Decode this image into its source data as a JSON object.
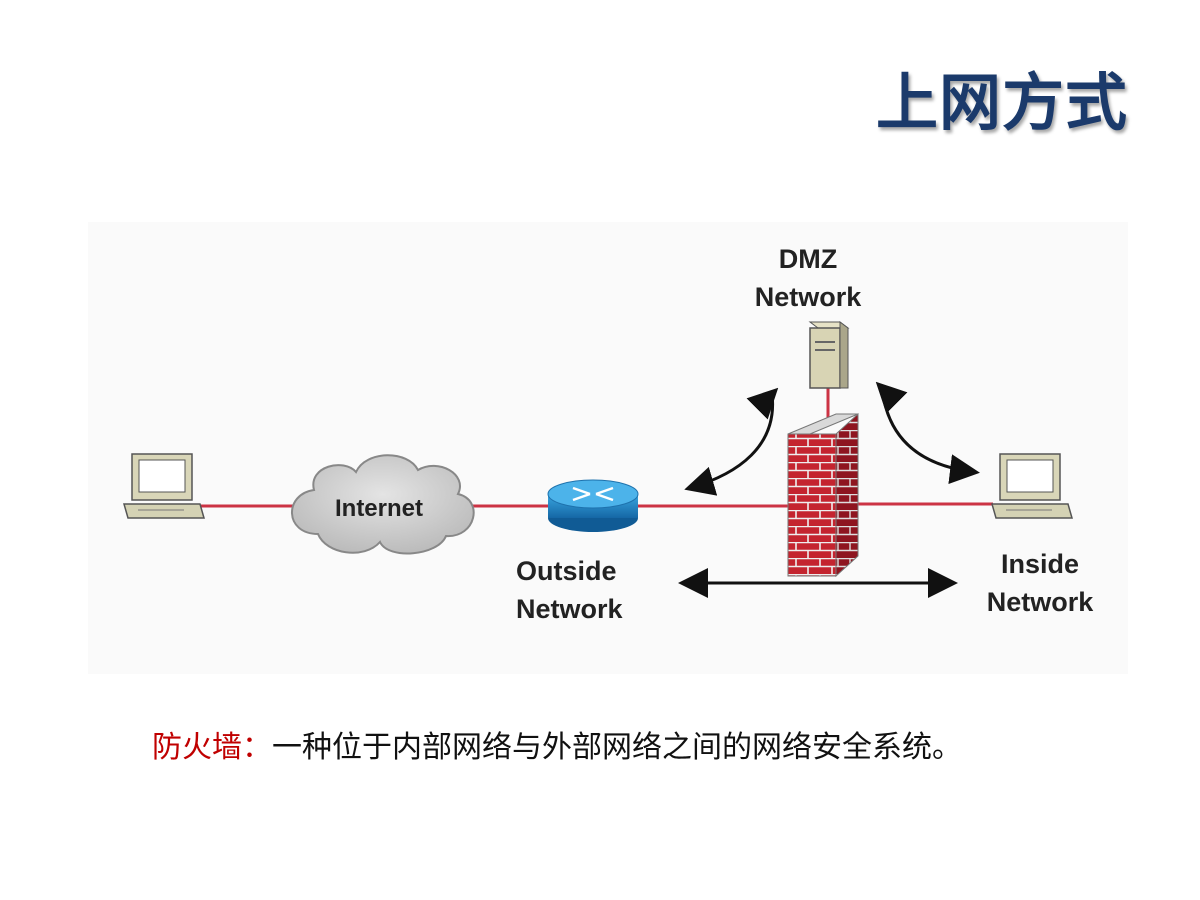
{
  "title": "上网方式",
  "diagram": {
    "dmz_label_line1": "DMZ",
    "dmz_label_line2": "Network",
    "internet_label": "Internet",
    "outside_label_line1": "Outside",
    "outside_label_line2": "Network",
    "inside_label_line1": "Inside",
    "inside_label_line2": "Network"
  },
  "caption": {
    "term": "防火墙：",
    "text": "一种位于内部网络与外部网络之间的网络安全系统。"
  },
  "colors": {
    "title": "#1b3a6b",
    "term": "#c00000",
    "link_line": "#cc3344",
    "brick": "#b51d2a",
    "router": "#1f87c8"
  }
}
